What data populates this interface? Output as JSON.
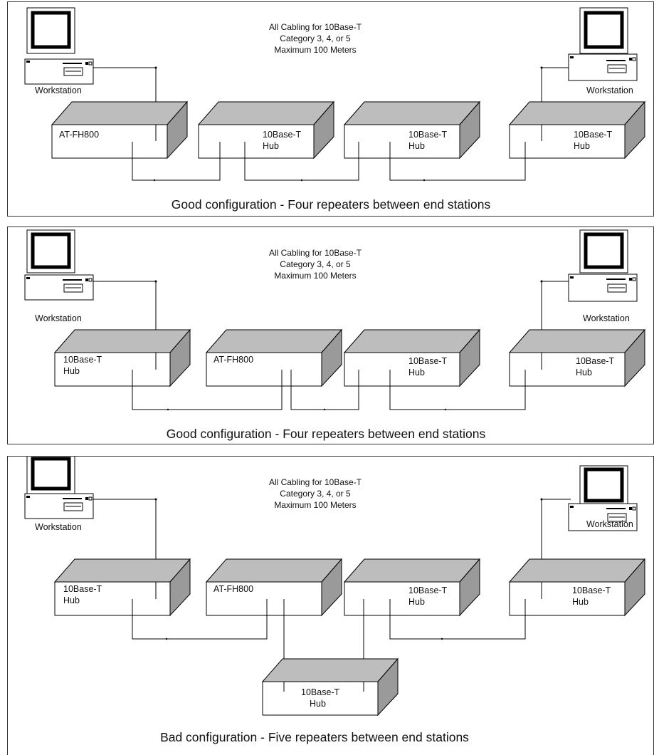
{
  "panels": [
    {
      "cabling": [
        "All Cabling for 10Base-T",
        "Category 3, 4, or 5",
        "Maximum 100 Meters"
      ],
      "workstation_left": "Workstation",
      "workstation_right": "Workstation",
      "devices": [
        {
          "lines": [
            "AT-FH800"
          ]
        },
        {
          "lines": [
            "10Base-T",
            "Hub"
          ]
        },
        {
          "lines": [
            "10Base-T",
            "Hub"
          ]
        },
        {
          "lines": [
            "10Base-T",
            "Hub"
          ]
        }
      ],
      "caption": "Good configuration - Four repeaters between end stations"
    },
    {
      "cabling": [
        "All Cabling for 10Base-T",
        "Category 3, 4, or 5",
        "Maximum 100 Meters"
      ],
      "workstation_left": "Workstation",
      "workstation_right": "Workstation",
      "devices": [
        {
          "lines": [
            "10Base-T",
            "Hub"
          ]
        },
        {
          "lines": [
            "AT-FH800"
          ]
        },
        {
          "lines": [
            "10Base-T",
            "Hub"
          ]
        },
        {
          "lines": [
            "10Base-T",
            "Hub"
          ]
        }
      ],
      "caption": "Good configuration - Four repeaters between end stations"
    },
    {
      "cabling": [
        "All Cabling for 10Base-T",
        "Category 3, 4, or 5",
        "Maximum 100 Meters"
      ],
      "workstation_left": "Workstation",
      "workstation_right": "Workstation",
      "devices": [
        {
          "lines": [
            "10Base-T",
            "Hub"
          ]
        },
        {
          "lines": [
            "AT-FH800"
          ]
        },
        {
          "lines": [
            "10Base-T",
            "Hub"
          ]
        },
        {
          "lines": [
            "10Base-T",
            "Hub"
          ]
        },
        {
          "lines": [
            "10Base-T",
            "Hub"
          ]
        }
      ],
      "caption": "Bad configuration - Five repeaters between end stations"
    }
  ]
}
